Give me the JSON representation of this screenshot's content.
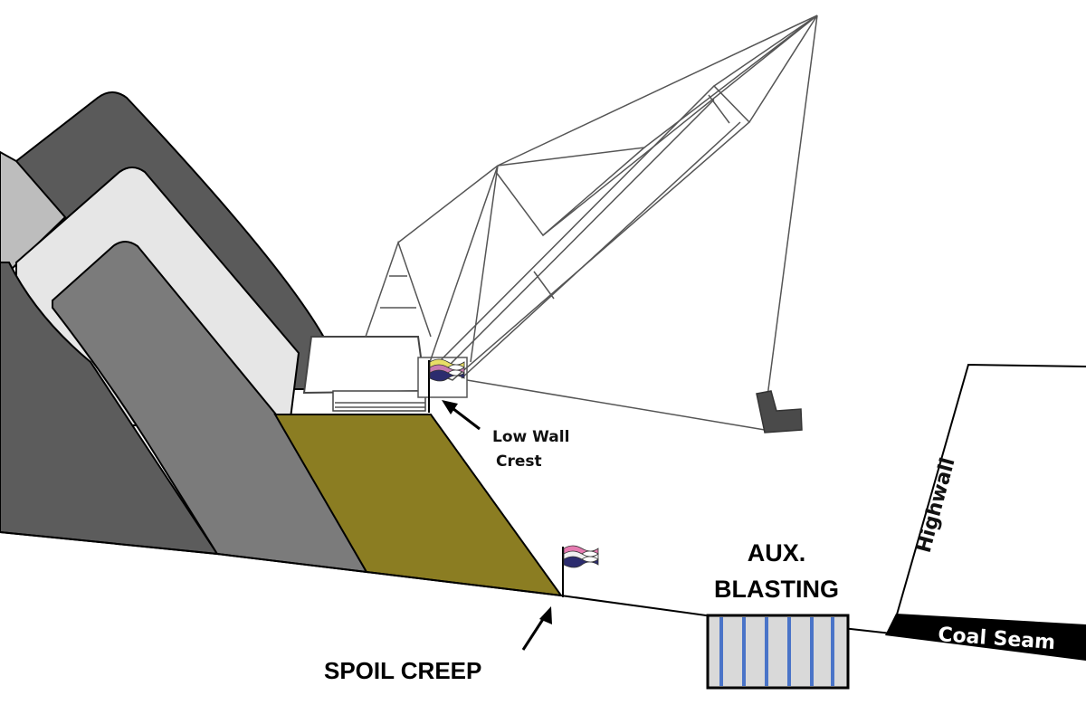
{
  "labels": {
    "low_wall_line1": "Low Wall",
    "low_wall_line2": "Crest",
    "spoil_creep": "SPOIL CREEP",
    "aux_line1": "AUX.",
    "aux_line2": "BLASTING",
    "highwall": "Highwall",
    "coal_seam": "Coal Seam"
  },
  "colors": {
    "spoil_dark": "#5e5e5e",
    "spoil_mid": "#7a7a7a",
    "spoil_light": "#c4c4c4",
    "spoil_pale": "#e4e4e4",
    "spoil_dark2": "#8f8f8f",
    "bench": "#8a7d22",
    "coal": "#000000",
    "charge": "#4a74c8",
    "hole_fill": "#d9d9d9"
  }
}
